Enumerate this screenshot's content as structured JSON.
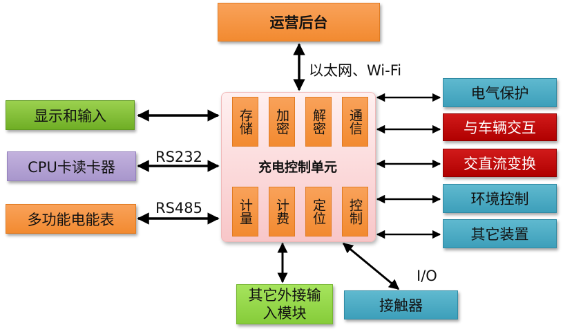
{
  "top_node": "运营后台",
  "center": {
    "title": "充电控制单元",
    "top_modules": [
      "存储",
      "加密",
      "解密",
      "通信"
    ],
    "bottom_modules": [
      "计量",
      "计费",
      "定位",
      "控制"
    ]
  },
  "left_nodes": [
    "显示和输入",
    "CPU卡读卡器",
    "多功能电能表"
  ],
  "right_nodes": [
    "电气保护",
    "与车辆交互",
    "交直流变换",
    "环境控制",
    "其它装置"
  ],
  "bottom_nodes": [
    "其它外接输入模块",
    "接触器"
  ],
  "edge_labels": {
    "top": "以太网、Wi-Fi",
    "card_reader": "RS232",
    "meter": "RS485",
    "contactor": "I/O"
  },
  "colors": {
    "orange": "#f28a30",
    "green": "#6fae25",
    "purple": "#a896cc",
    "teal": "#3d9fba",
    "red": "#b00000",
    "light_green": "#86cc3a",
    "unit_bg": "#f8c6c8"
  }
}
